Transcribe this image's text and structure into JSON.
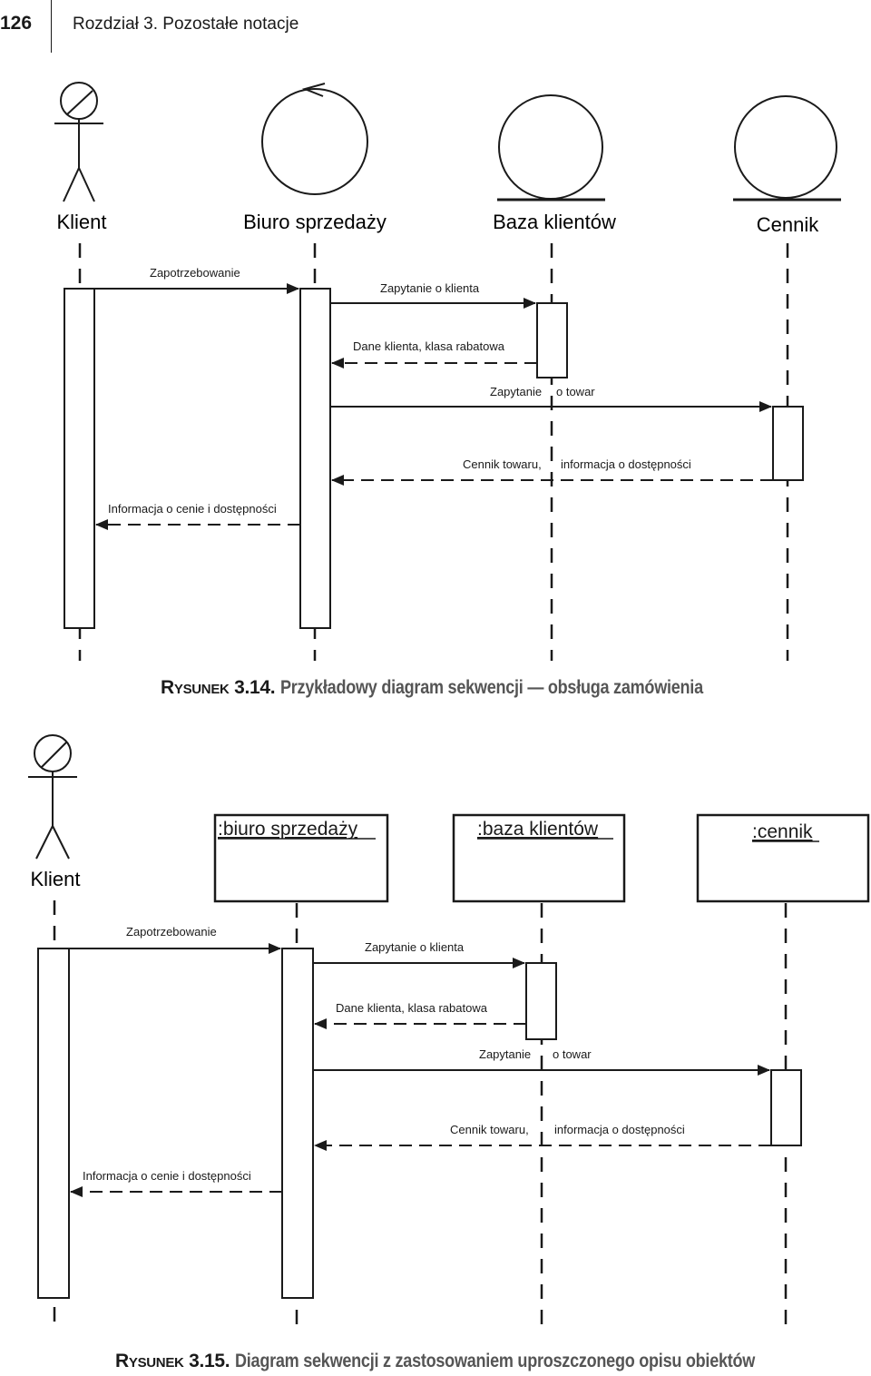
{
  "header": {
    "page_number": "126",
    "chapter": "Rozdział 3. Pozostałe notacje"
  },
  "figure1": {
    "caption_label": "Rysunek",
    "caption_number": "3.14.",
    "caption_text": "Przykładowy diagram sekwencji — obsługa zamówienia",
    "lifelines": [
      "Klient",
      "Biuro sprzedaży",
      "Baza klientów",
      "Cennik"
    ],
    "messages": [
      "Zapotrzebowanie",
      "Zapytanie o klienta",
      "Dane klienta, klasa rabatowa",
      "Zapytanie",
      "o towar",
      "Cennik towaru,",
      "informacja o dostępności",
      "Informacja o cenie i dostępności"
    ]
  },
  "figure2": {
    "caption_label": "Rysunek",
    "caption_number": "3.15.",
    "caption_text": "Diagram sekwencji z zastosowaniem uproszczonego opisu obiektów",
    "actor": "Klient",
    "objects": [
      ":biuro sprzedaży",
      ":baza klientów",
      ":cennik"
    ],
    "messages": [
      "Zapotrzebowanie",
      "Zapytanie o klienta",
      "Dane klienta, klasa rabatowa",
      "Zapytanie",
      "o towar",
      "Cennik towaru,",
      "informacja o dostępności",
      "Informacja o cenie i dostępności"
    ]
  }
}
